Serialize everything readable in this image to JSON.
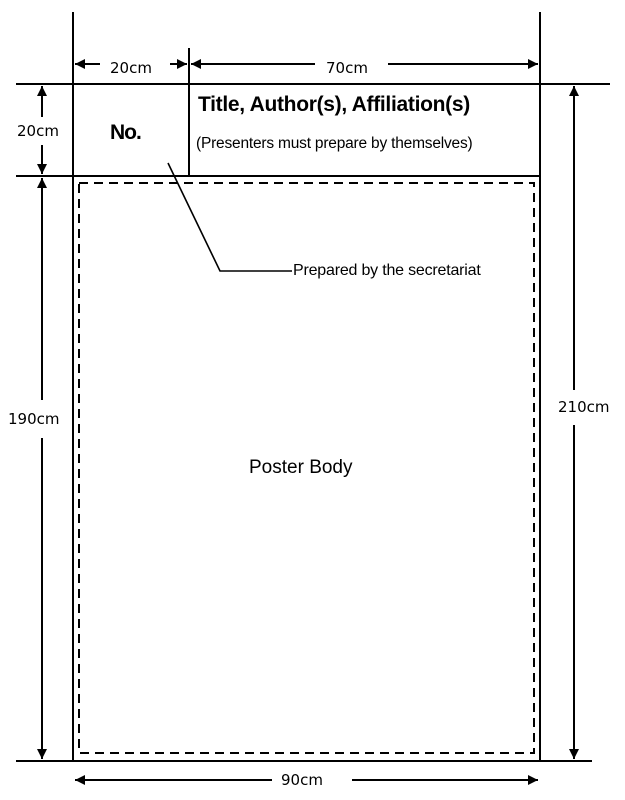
{
  "diagram": {
    "dimensions": {
      "no_width": "20cm",
      "title_width": "70cm",
      "total_width": "90cm",
      "header_height": "20cm",
      "body_height": "190cm",
      "total_height": "210cm"
    },
    "no_box": {
      "label": "No."
    },
    "title_box": {
      "title": "Title, Author(s),  Affiliation(s)",
      "note": "(Presenters must prepare by themselves)"
    },
    "callout": {
      "label": "Prepared by the secretariat"
    },
    "poster_body": {
      "label": "Poster Body"
    },
    "colors": {
      "line": "#000000",
      "background": "#ffffff"
    }
  }
}
